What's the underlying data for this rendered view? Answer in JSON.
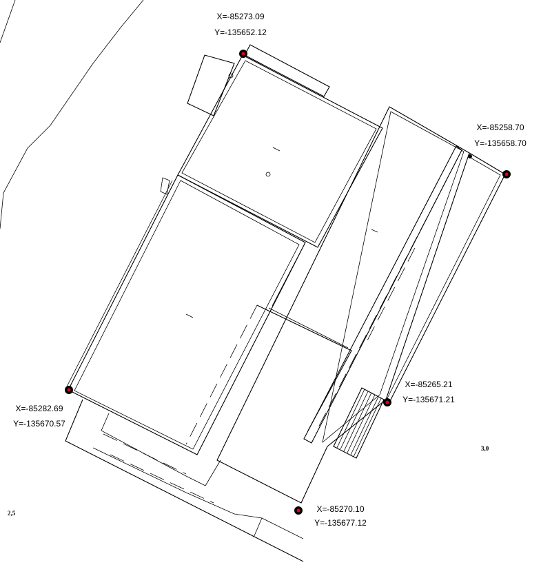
{
  "points": [
    {
      "x": "X=-85273.09",
      "y": "Y=-135652.12"
    },
    {
      "x": "X=-85258.70",
      "y": "Y=-135658.70"
    },
    {
      "x": "X=-85282.69",
      "y": "Y=-135670.57"
    },
    {
      "x": "X=-85265.21",
      "y": "Y=-135671.21"
    },
    {
      "x": "X=-85270.10",
      "y": "Y=-135677.12"
    }
  ],
  "spot_heights": [
    {
      "value": "3,0"
    },
    {
      "value": "2,5"
    }
  ],
  "colors": {
    "line": "#000000",
    "marker": "#e0001a",
    "background": "#ffffff"
  }
}
